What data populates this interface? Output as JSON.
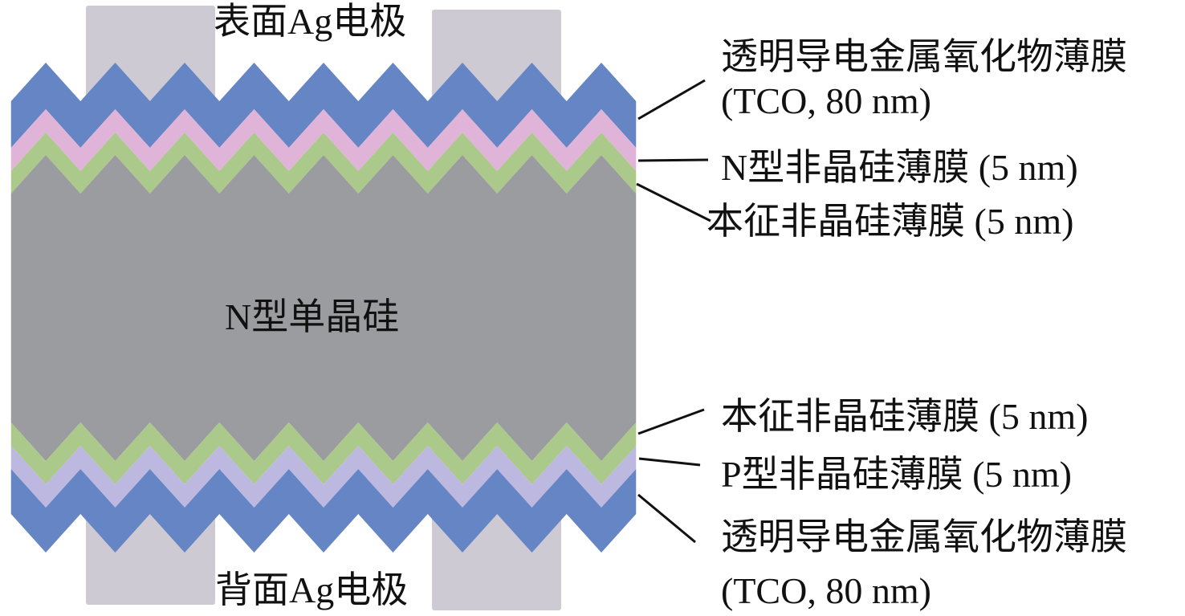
{
  "electrodes": {
    "top_label": "表面Ag电极",
    "bottom_label": "背面Ag电极"
  },
  "substrate_label": "N型单晶硅",
  "layers_right": [
    {
      "line1": "透明导电金属氧化物薄膜",
      "line2": "(TCO, 80 nm)"
    },
    {
      "line1": "N型非晶硅薄膜 (5 nm)"
    },
    {
      "line1": "本征非晶硅薄膜 (5 nm)"
    },
    {
      "line1": "本征非晶硅薄膜 (5 nm)"
    },
    {
      "line1": "P型非晶硅薄膜 (5 nm)"
    },
    {
      "line1": "透明导电金属氧化物薄膜",
      "line2": "(TCO, 80 nm)"
    }
  ],
  "colors": {
    "tco": "#6585c4",
    "n_amorphous": "#e0b4d9",
    "intrinsic": "#abc98a",
    "substrate": "#9b9c9f",
    "p_amorphous": "#bcb8df",
    "electrode": "#cdcad3"
  }
}
